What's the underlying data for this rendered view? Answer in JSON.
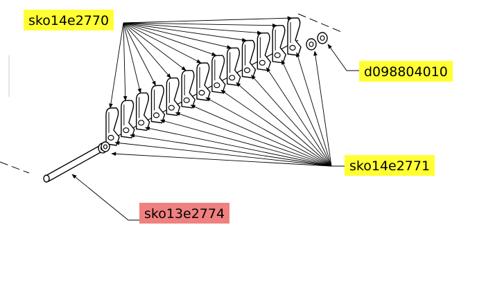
{
  "labels": [
    {
      "id": "a",
      "text": "sko14e2770",
      "color": "#ffff33"
    },
    {
      "id": "b",
      "text": "d098804010",
      "color": "#ffff33"
    },
    {
      "id": "c",
      "text": "sko14e2771",
      "color": "#ffff33"
    },
    {
      "id": "d",
      "text": "sko13e2774",
      "color": "#f08080"
    }
  ],
  "colors": {
    "line": "#000000",
    "background": "#ffffff"
  }
}
